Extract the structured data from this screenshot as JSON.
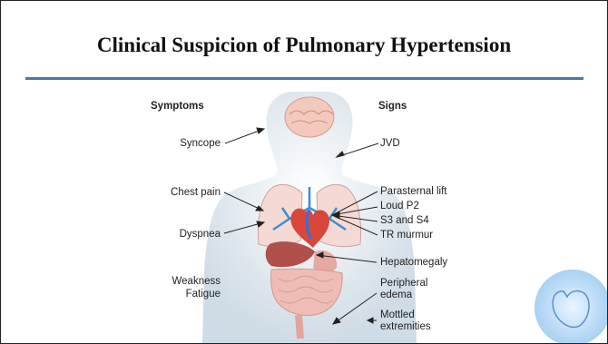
{
  "title": "Clinical Suspicion of Pulmonary Hypertension",
  "symptoms": {
    "header": "Symptoms",
    "items": [
      "Syncope",
      "Chest pain",
      "Dyspnea",
      "Weakness",
      "Fatigue"
    ]
  },
  "signs": {
    "header": "Signs",
    "items": [
      "JVD",
      "Parasternal lift",
      "Loud P2",
      "S3 and S4",
      "TR murmur",
      "Hepatomegaly",
      "Peripheral",
      "edema",
      "Mottled",
      "extremities"
    ]
  },
  "colors": {
    "rule": "#4a78a8",
    "body": "#d7e2ea"
  }
}
